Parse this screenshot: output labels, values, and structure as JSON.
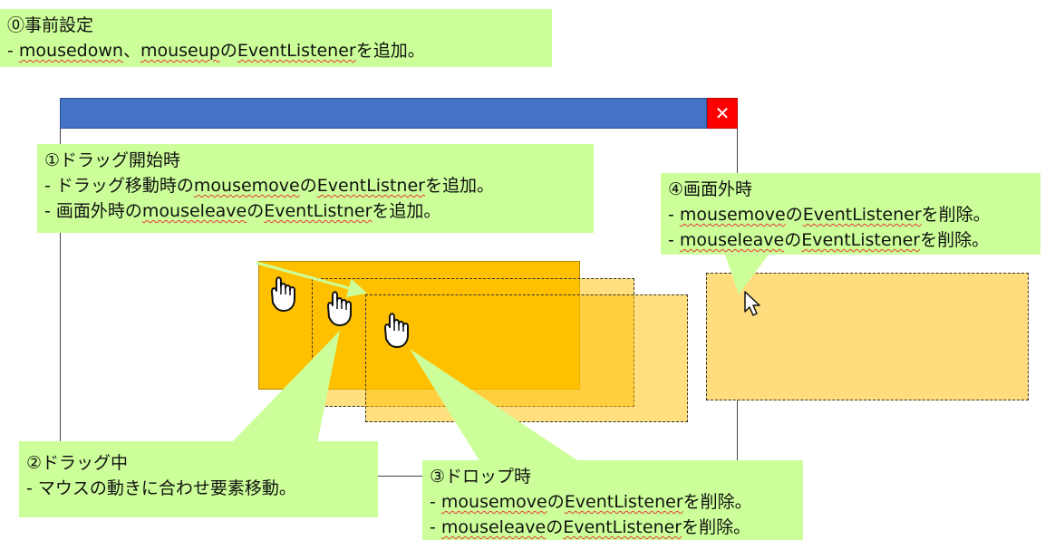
{
  "callouts": {
    "step0": {
      "title": "⓪事前設定",
      "line1": {
        "prefix": "- ",
        "a": "mousedown",
        "sep": "、",
        "b": "mouseup",
        "no": "の",
        "c": "EventListener",
        "suffix": "を追加。"
      }
    },
    "step1": {
      "title": "①ドラッグ開始時",
      "line1": {
        "prefix": "- ドラッグ移動時の",
        "a": "mousemove",
        "no": "の",
        "b": "EventListner",
        "suffix": "を追加。"
      },
      "line2": {
        "prefix": "- 画面外時の",
        "a": "mouseleave",
        "no": "の",
        "b": "EventListner",
        "suffix": "を追加。"
      }
    },
    "step2": {
      "title": "②ドラッグ中",
      "line1": "- マウスの動きに合わせ要素移動。"
    },
    "step3": {
      "title": "③ドロップ時",
      "line1": {
        "prefix": "- ",
        "a": "mousemove",
        "no": "の",
        "b": "EventListener",
        "suffix": "を削除。"
      },
      "line2": {
        "prefix": "- ",
        "a": "mouseleave",
        "no": "の",
        "b": "EventListener",
        "suffix": "を削除。"
      }
    },
    "step4": {
      "title": "④画面外時",
      "line1": {
        "prefix": "- ",
        "a": "mousemove",
        "no": "の",
        "b": "EventListener",
        "suffix": "を削除。"
      },
      "line2": {
        "prefix": "- ",
        "a": "mouseleave",
        "no": "の",
        "b": "EventListener",
        "suffix": "を削除。"
      }
    }
  },
  "window": {
    "close_glyph": "✕"
  },
  "icons": {
    "hand": "hand-pointer-icon",
    "cursor": "arrow-cursor-icon"
  },
  "colors": {
    "callout": "#ccff99",
    "titlebar": "#4472c4",
    "close": "#ff0000",
    "element": "#ffc000",
    "element_out": "#ffdc7e"
  }
}
